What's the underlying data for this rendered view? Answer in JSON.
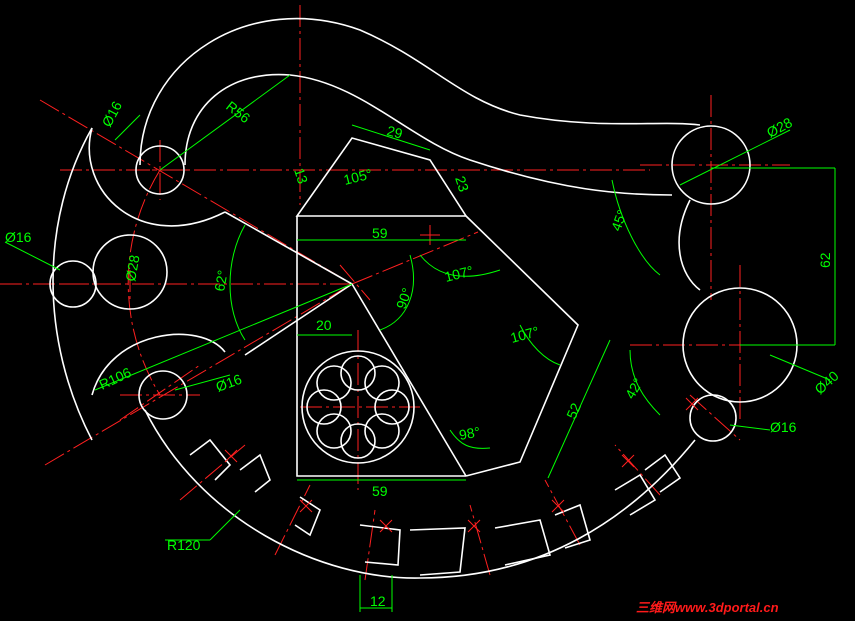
{
  "drawing": {
    "background": "#000000",
    "colors": {
      "geometry": "#ffffff",
      "centerline": "#ff2020",
      "dimension": "#00ff00"
    },
    "dimensions": {
      "phi16_top": "Ø16",
      "r56": "R56",
      "d29": "29",
      "d13": "13",
      "d23": "23",
      "a105": "105°",
      "phi28_right": "Ø28",
      "a45": "45°",
      "d62": "62",
      "phi16_left": "Ø16",
      "phi28_left": "Ø28",
      "a62": "62°",
      "d59_top": "59",
      "a107_top": "107°",
      "a90": "90°",
      "d20": "20",
      "a107_right": "107°",
      "r106": "R106",
      "phi16_bl": "Ø16",
      "d52": "52",
      "a42": "42°",
      "phi40": "Ø40",
      "phi16_br": "Ø16",
      "a98": "98°",
      "d59_bottom": "59",
      "r120": "R120",
      "d12": "12"
    },
    "watermark": "三维网www.3dportal.cn"
  }
}
